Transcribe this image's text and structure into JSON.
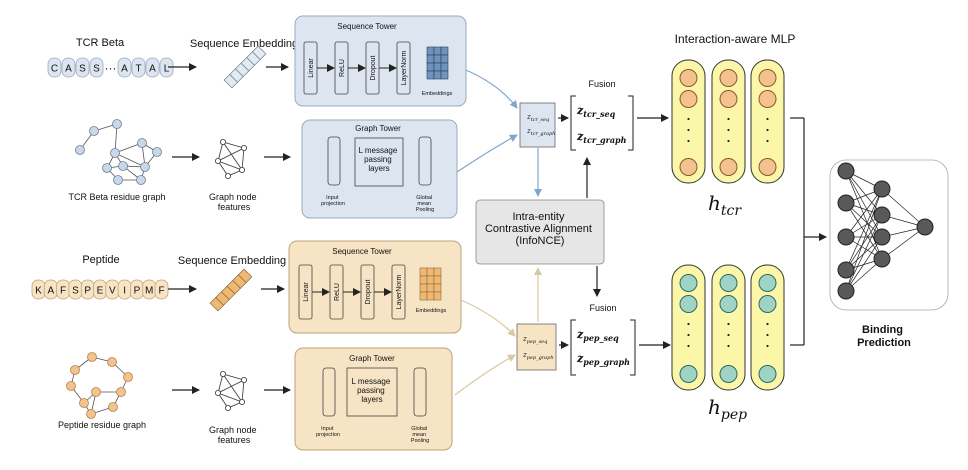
{
  "tcr": {
    "title": "TCR Beta",
    "tokens": [
      "C",
      "A",
      "S",
      "S",
      "···",
      "A",
      "T",
      "A",
      "L"
    ],
    "graph_label": "TCR Beta residue graph",
    "seq_embedding_label": "Sequence Embedding",
    "node_features_label": [
      "Graph node",
      "features"
    ],
    "seq_tower": {
      "title": "Sequence Tower",
      "layers": [
        "Linear",
        "ReLU",
        "Dropout",
        "LayerNorm"
      ],
      "embeddings_label": "Embeddings"
    },
    "graph_tower": {
      "title": "Graph Tower",
      "mp_label": [
        "L message",
        "passing",
        "layers"
      ],
      "input_label": [
        "Input",
        "projection"
      ],
      "pool_label": [
        "Global",
        "mean",
        "Pooling"
      ]
    },
    "z_seq": "z",
    "z_seq_sub": "tcr_seq",
    "z_graph_sub": "tcr_graph",
    "fusion_label": "Fusion",
    "h_label": "h",
    "h_sub": "tcr"
  },
  "pep": {
    "title": "Peptide",
    "tokens": [
      "K",
      "A",
      "F",
      "S",
      "P",
      "E",
      "V",
      "I",
      "P",
      "M",
      "F"
    ],
    "graph_label": "Peptide residue graph",
    "seq_embedding_label": "Sequence Embedding",
    "node_features_label": [
      "Graph node",
      "features"
    ],
    "seq_tower": {
      "title": "Sequence Tower",
      "layers": [
        "Linear",
        "ReLU",
        "Dropout",
        "LayerNorm"
      ],
      "embeddings_label": "Embeddings"
    },
    "graph_tower": {
      "title": "Graph Tower",
      "mp_label": [
        "L message",
        "passing",
        "layers"
      ],
      "input_label": [
        "Input",
        "projection"
      ],
      "pool_label": [
        "Global",
        "mean",
        "Pooling"
      ]
    },
    "z_seq_sub": "pep_seq",
    "z_graph_sub": "pep_graph",
    "fusion_label": "Fusion",
    "h_label": "h",
    "h_sub": "pep"
  },
  "alignment": {
    "lines": [
      "Intra-entity",
      "Contrastive Alignment",
      "(InfoNCE)"
    ]
  },
  "mlp_title": "Interaction-aware MLP",
  "prediction": {
    "lines": [
      "Binding",
      "Prediction"
    ]
  },
  "colors": {
    "tcr_fill": "#dde6f0",
    "tcr_border": "#9aaabd",
    "tcr_arrow": "#7ea6cf",
    "pep_fill": "#f7e4c4",
    "pep_border": "#bfa27a",
    "pep_arrow": "#d8c9a0",
    "node_orange": "#f3c28f",
    "node_green": "#9fd3c5",
    "column_yellow": "#fbf6a8",
    "embed_blue": "#6f93bd",
    "embed_orange": "#f0b973",
    "dark_node": "#595959"
  }
}
